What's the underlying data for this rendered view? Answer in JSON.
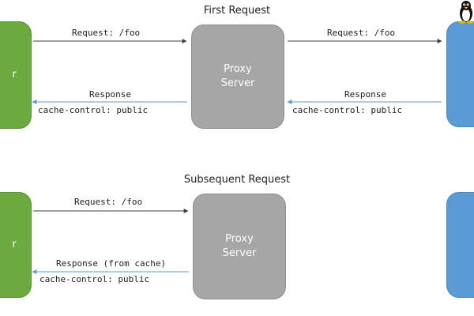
{
  "first": {
    "title": "First Request",
    "client_label": "r",
    "proxy_label": "Proxy\nServer",
    "req_left": "Request: /foo",
    "req_right": "Request: /foo",
    "resp_left": "Response",
    "resp_left_header": "cache-control: public",
    "resp_right": "Response",
    "resp_right_header": "cache-control: public"
  },
  "second": {
    "title": "Subsequent Request",
    "client_label": "r",
    "proxy_label": "Proxy\nServer",
    "req_left": "Request: /foo",
    "resp_left": "Response (from cache)",
    "resp_left_header": "cache-control: public"
  },
  "colors": {
    "client": "#6aaa3e",
    "proxy": "#a6a6a6",
    "origin": "#5b9bd5",
    "request_arrow": "#404040",
    "response_arrow": "#5b9bd5"
  },
  "icons": {
    "origin_server": "linux-penguin-icon"
  }
}
